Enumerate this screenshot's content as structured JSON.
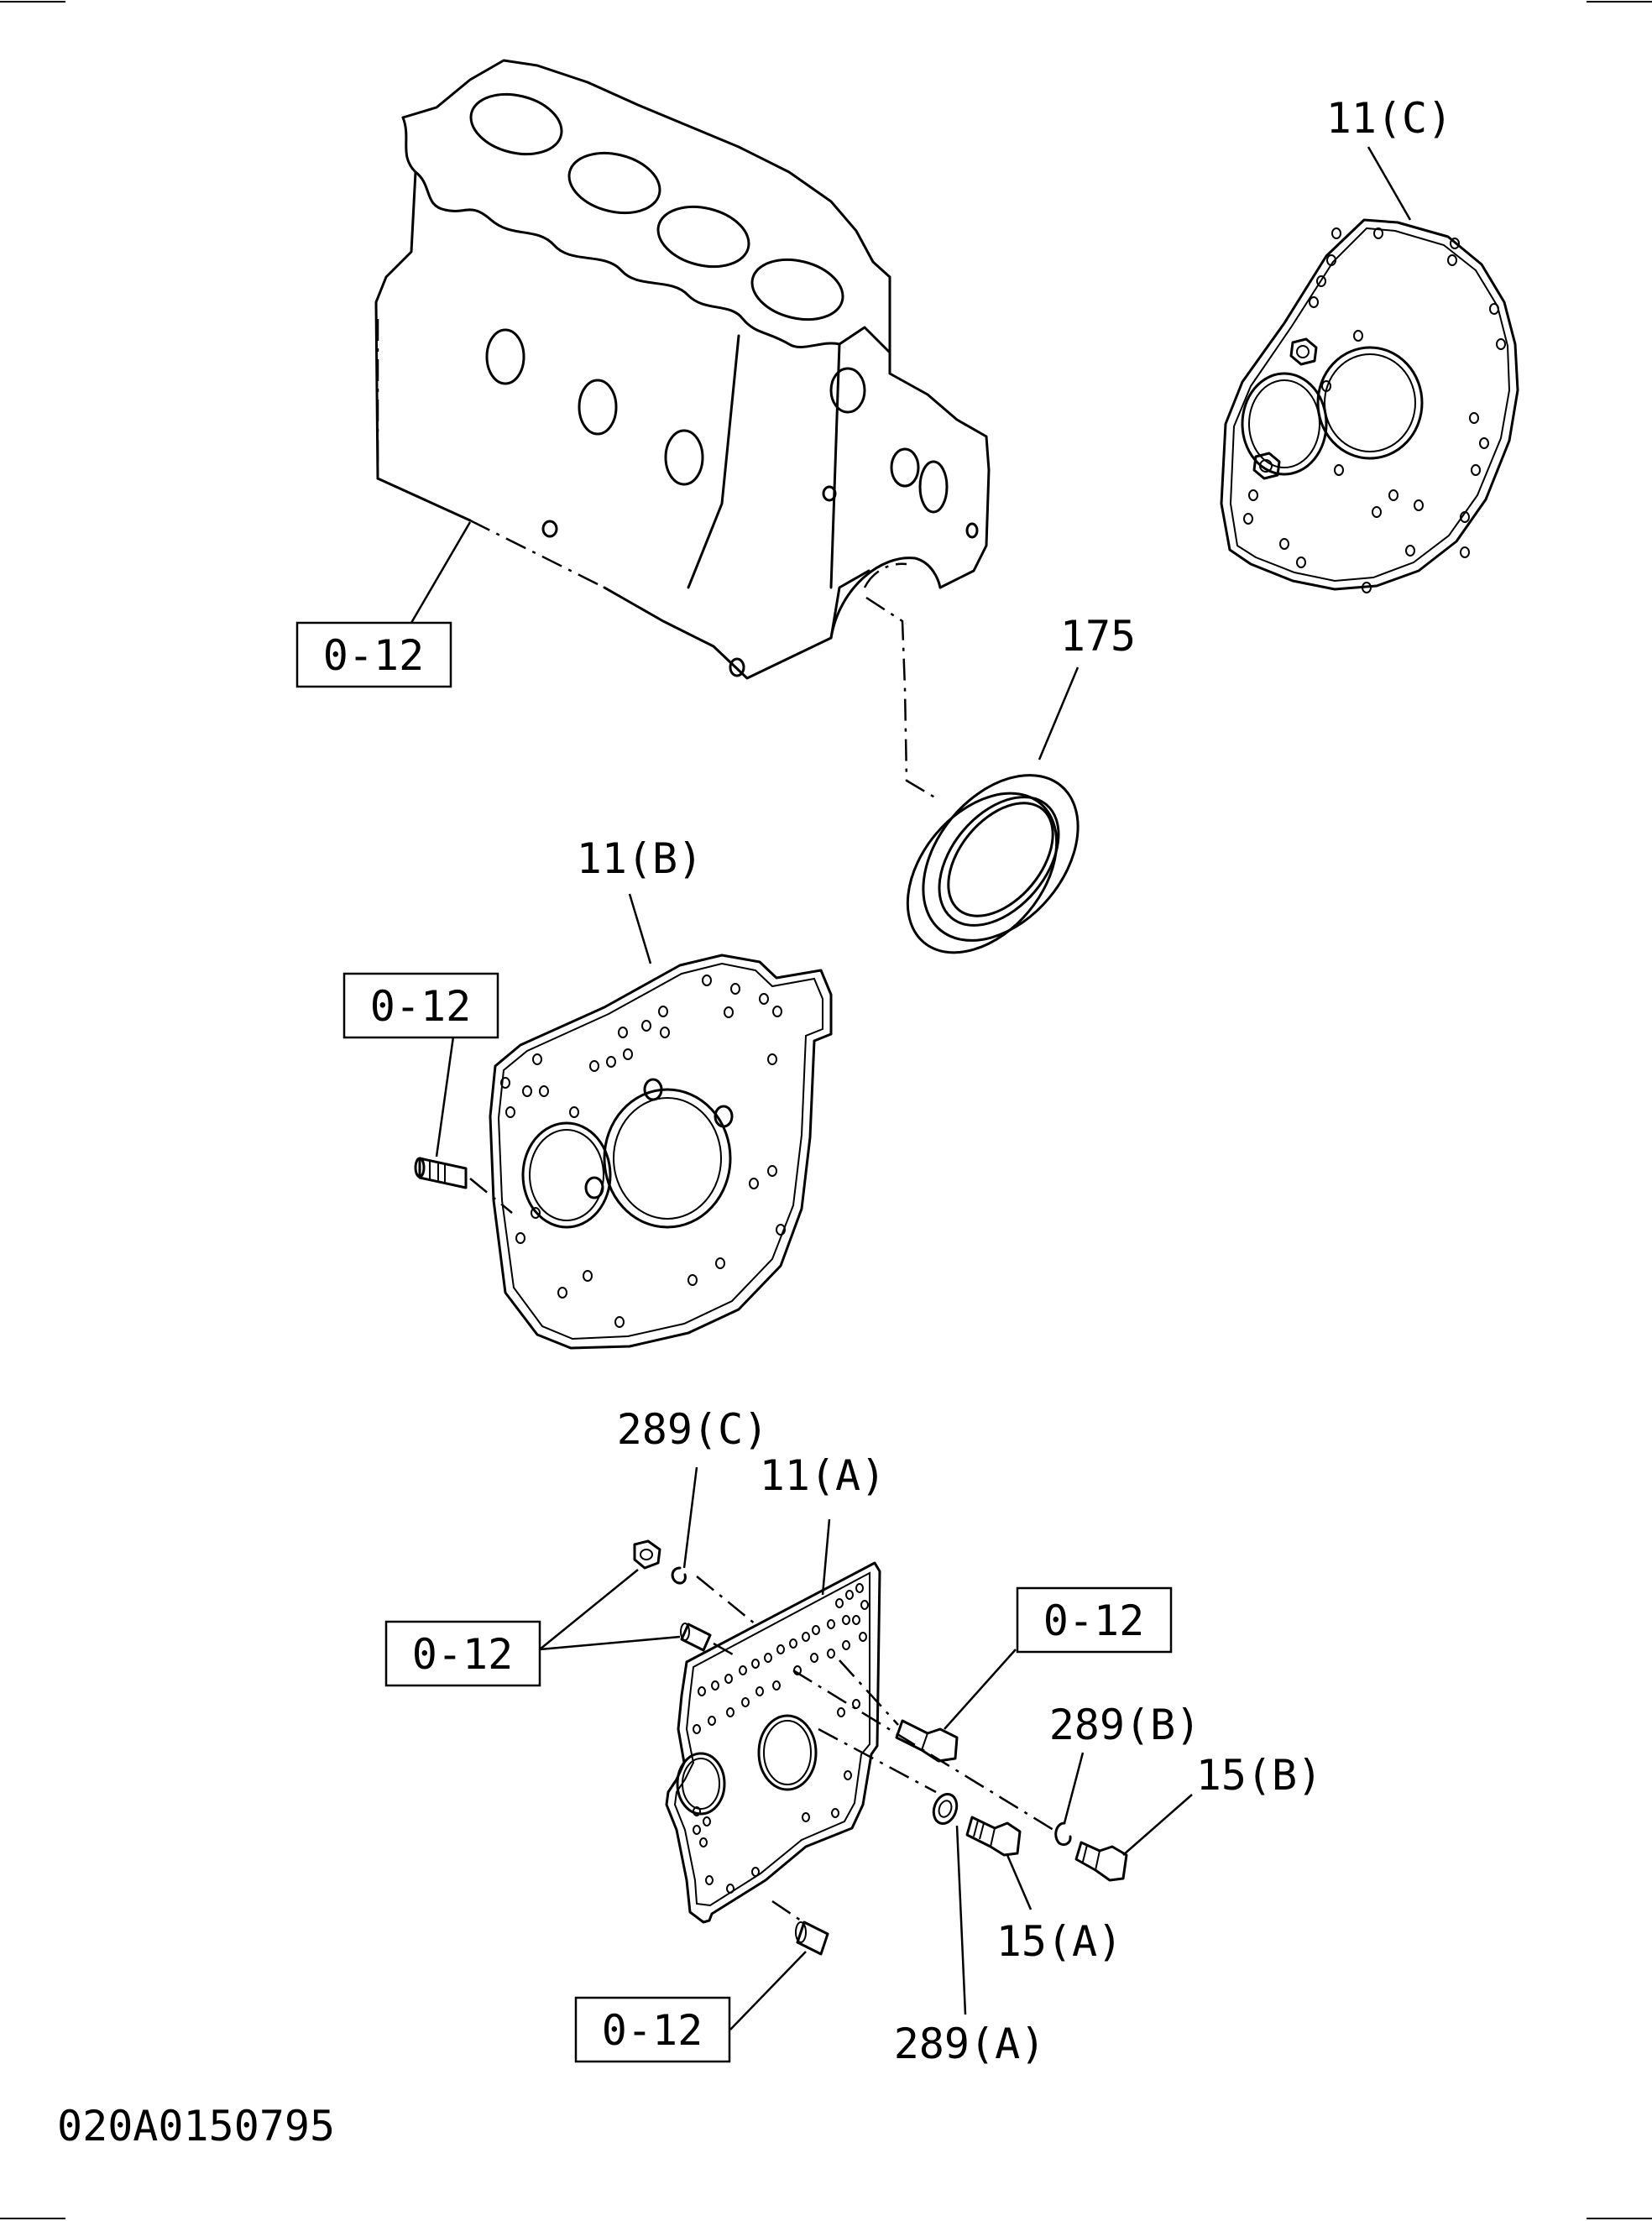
{
  "drawing_id": "020A0150795",
  "callouts": {
    "ref_block": "0-12",
    "part_11c": "11(C)",
    "part_175": "175",
    "part_11b": "11(B)",
    "ref_11b_pin": "0-12",
    "part_289c": "289(C)",
    "part_11a": "11(A)",
    "ref_289c": "0-12",
    "ref_bolt": "0-12",
    "part_289b": "289(B)",
    "part_15b": "15(B)",
    "part_15a": "15(A)",
    "part_289a": "289(A)",
    "ref_dowel": "0-12"
  }
}
